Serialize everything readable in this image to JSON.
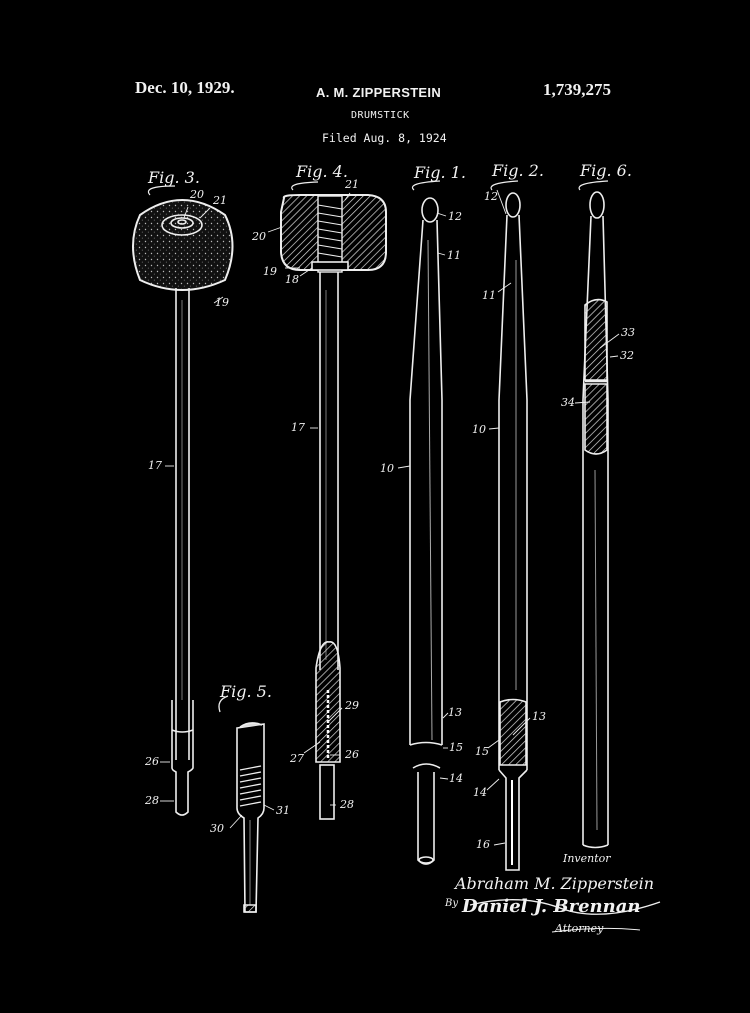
{
  "header": {
    "date": "Dec. 10, 1929.",
    "inventor": "A. M. ZIPPERSTEIN",
    "patent_number": "1,739,275",
    "title": "DRUMSTICK",
    "filed": "Filed Aug. 8, 1924"
  },
  "figures": [
    {
      "id": "fig3",
      "label": "Fig. 3.",
      "refs": [
        "20",
        "21",
        "19",
        "17",
        "26",
        "28"
      ]
    },
    {
      "id": "fig4",
      "label": "Fig. 4.",
      "refs": [
        "21",
        "20",
        "19",
        "18",
        "17",
        "29",
        "27",
        "26",
        "28"
      ]
    },
    {
      "id": "fig1",
      "label": "Fig. 1.",
      "refs": [
        "12",
        "11",
        "10",
        "13",
        "15",
        "14"
      ]
    },
    {
      "id": "fig2",
      "label": "Fig. 2.",
      "refs": [
        "12",
        "11",
        "10",
        "13",
        "15",
        "14",
        "16"
      ]
    },
    {
      "id": "fig6",
      "label": "Fig. 6.",
      "refs": [
        "33",
        "32",
        "34"
      ]
    },
    {
      "id": "fig5",
      "label": "Fig. 5.",
      "refs": [
        "30",
        "31"
      ]
    }
  ],
  "ref_labels": {
    "f3_20": "20",
    "f3_21": "21",
    "f3_19": "19",
    "f3_17": "17",
    "f3_26": "26",
    "f3_28": "28",
    "f4_21": "21",
    "f4_20": "20",
    "f4_19": "19",
    "f4_18": "18",
    "f4_17": "17",
    "f4_29": "29",
    "f4_27": "27",
    "f4_26": "26",
    "f4_28": "28",
    "f1_12": "12",
    "f1_11": "11",
    "f1_10": "10",
    "f1_13": "13",
    "f1_15": "15",
    "f1_14": "14",
    "f2_12": "12",
    "f2_11": "11",
    "f2_10": "10",
    "f2_13": "13",
    "f2_15": "15",
    "f2_14": "14",
    "f2_16": "16",
    "f6_33": "33",
    "f6_32": "32",
    "f6_34": "34",
    "f5_30": "30",
    "f5_31": "31"
  },
  "signature": {
    "inventor_label": "Inventor",
    "inventor_name": "Abraham M. Zipperstein",
    "by": "By",
    "attorney_name": "Daniel J. Brennan",
    "attorney_label": "Attorney"
  },
  "colors": {
    "background": "#000000",
    "ink": "#f2f2f2"
  }
}
